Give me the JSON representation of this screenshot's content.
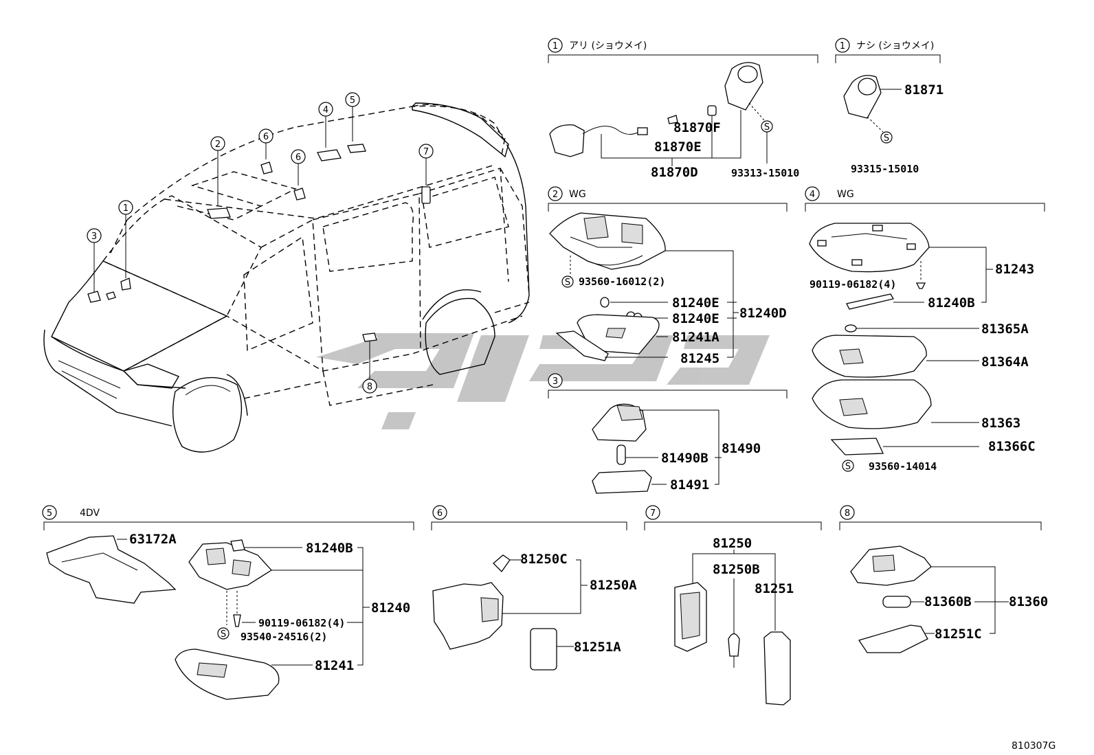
{
  "diagram_id": "810307G",
  "callouts": [
    "1",
    "2",
    "3",
    "4",
    "5",
    "6",
    "7",
    "8"
  ],
  "groups": {
    "g1a": {
      "num": "1",
      "title": "アリ (ショウメイ)"
    },
    "g1b": {
      "num": "1",
      "title": "ナシ (ショウメイ)"
    },
    "g2": {
      "num": "2",
      "title": "WG"
    },
    "g3": {
      "num": "3",
      "title": ""
    },
    "g4": {
      "num": "4",
      "title": "WG"
    },
    "g5": {
      "num": "5",
      "title": "4DV"
    },
    "g6": {
      "num": "6",
      "title": ""
    },
    "g7": {
      "num": "7",
      "title": ""
    },
    "g8": {
      "num": "8",
      "title": ""
    }
  },
  "parts": {
    "p81870F": "81870F",
    "p81870E": "81870E",
    "p81870D": "81870D",
    "p93313": "93313-15010",
    "p81871": "81871",
    "p93315": "93315-15010",
    "p93560_16012": "93560-16012(2)",
    "p81240E_1": "81240E",
    "p81240E_2": "81240E",
    "p81240D": "81240D",
    "p81241A": "81241A",
    "p81245": "81245",
    "p90119_a": "90119-06182(4)",
    "p81243": "81243",
    "p81240B_a": "81240B",
    "p81365A": "81365A",
    "p81364A": "81364A",
    "p81363": "81363",
    "p81366C": "81366C",
    "p93560_14014": "93560-14014",
    "p81490": "81490",
    "p81490B": "81490B",
    "p81491": "81491",
    "p63172A": "63172A",
    "p81240B_b": "81240B",
    "p81240": "81240",
    "p90119_b": "90119-06182(4)",
    "p93540": "93540-24516(2)",
    "p81241": "81241",
    "p81250C": "81250C",
    "p81250A": "81250A",
    "p81251A": "81251A",
    "p81250": "81250",
    "p81250B": "81250B",
    "p81251": "81251",
    "p81360B": "81360B",
    "p81360": "81360",
    "p81251C": "81251C"
  },
  "screw_symbol": "S"
}
